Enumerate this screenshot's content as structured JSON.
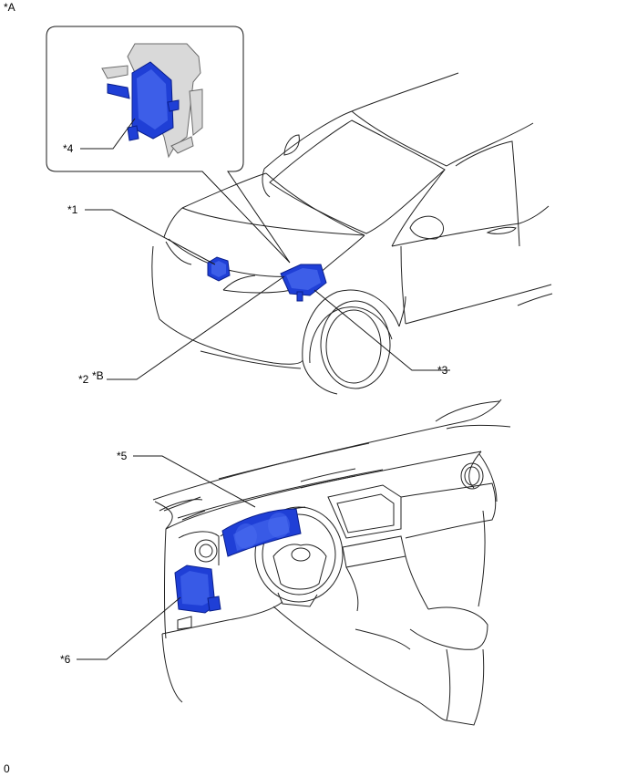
{
  "view_label": "*A",
  "callout_b": "*B",
  "footer_code": "0",
  "labels": {
    "c1": "*1",
    "c2": "*2",
    "c3": "*3",
    "c4": "*4",
    "c5": "*5",
    "c6": "*6"
  },
  "colors": {
    "part": "#1f3fd6",
    "outline": "#222222"
  }
}
